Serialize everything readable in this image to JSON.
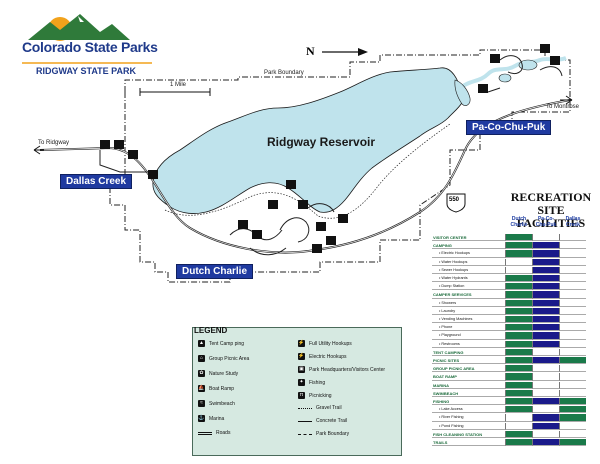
{
  "header": {
    "title": "Colorado State Parks",
    "subtitle": "RIDGWAY STATE PARK"
  },
  "map": {
    "north": "N",
    "scale": "1 Mile",
    "boundary_label": "Park Boundary",
    "reservoir": "Ridgway Reservoir",
    "to_ridgway": "To Ridgway",
    "to_montrose": "To Montrose",
    "highway": "550",
    "sites": {
      "dallas": "Dallas Creek",
      "dutch": "Dutch Charlie",
      "pacochupuk": "Pa-Co-Chu-Puk"
    },
    "colors": {
      "water": "#bfe3ec",
      "site_label": "#1f3aa0",
      "table_green": "#1a7a4a",
      "table_blue": "#1a1a8a"
    }
  },
  "legend": {
    "title": "LEGEND",
    "left": [
      {
        "icon": "tent-icon",
        "glyph": "▲",
        "label": "Tent Camp ping"
      },
      {
        "icon": "group-picnic-icon",
        "glyph": "⌂",
        "label": "Group Picnic Area"
      },
      {
        "icon": "nature-study-icon",
        "glyph": "✿",
        "label": "Nature Study"
      },
      {
        "icon": "boat-ramp-icon",
        "glyph": "⛵",
        "label": "Boat Ramp"
      },
      {
        "icon": "swim-beach-icon",
        "glyph": "≈",
        "label": "Swimbeach"
      },
      {
        "icon": "marina-icon",
        "glyph": "⚓",
        "label": "Marina"
      },
      {
        "icon": "roads-line",
        "glyph": "",
        "label": "Roads"
      }
    ],
    "right": [
      {
        "icon": "full-hookup-icon",
        "glyph": "⚡",
        "label": "Full Utility Hookups"
      },
      {
        "icon": "electric-hookup-icon",
        "glyph": "⚡",
        "label": "Electric Hookups"
      },
      {
        "icon": "headquarters-icon",
        "glyph": "▣",
        "label": "Park Headquarters/Visitors Center"
      },
      {
        "icon": "fishing-icon",
        "glyph": "✦",
        "label": "Fishing"
      },
      {
        "icon": "picnicking-icon",
        "glyph": "π",
        "label": "Picnicking"
      },
      {
        "icon": "gravel-trail-line",
        "glyph": "",
        "label": "Gravel Trail"
      },
      {
        "icon": "concrete-trail-line",
        "glyph": "",
        "label": "Concrete Trail"
      },
      {
        "icon": "park-boundary-line",
        "glyph": "",
        "label": "Park Boundary"
      }
    ]
  },
  "facilities": {
    "title_line1": "RECREATION",
    "title_line2": "SITE FACILITIES",
    "columns": [
      {
        "line1": "Dutch",
        "line2": "Charlie"
      },
      {
        "line1": "Pa-Co-",
        "line2": "Chu-Puk"
      },
      {
        "line1": "Dallas",
        "line2": "Creek"
      }
    ],
    "rows": [
      {
        "label": "VISITOR CENTER",
        "type": "cat",
        "cells": [
          1,
          0,
          0
        ]
      },
      {
        "label": "CAMPING",
        "type": "cat",
        "cells": [
          1,
          1,
          0
        ]
      },
      {
        "label": "• Electric Hookups",
        "type": "sub",
        "cells": [
          1,
          1,
          0
        ]
      },
      {
        "label": "• Water Hookups",
        "type": "sub",
        "cells": [
          0,
          1,
          0
        ]
      },
      {
        "label": "• Sewer Hookups",
        "type": "sub",
        "cells": [
          0,
          1,
          0
        ]
      },
      {
        "label": "• Water Hydrants",
        "type": "sub",
        "cells": [
          1,
          1,
          0
        ]
      },
      {
        "label": "• Dump Station",
        "type": "sub",
        "cells": [
          1,
          1,
          0
        ]
      },
      {
        "label": "CAMPER SERVICES",
        "type": "cat",
        "cells": [
          1,
          1,
          0
        ]
      },
      {
        "label": "• Showers",
        "type": "sub",
        "cells": [
          1,
          1,
          0
        ]
      },
      {
        "label": "• Laundry",
        "type": "sub",
        "cells": [
          1,
          1,
          0
        ]
      },
      {
        "label": "• Vending Machines",
        "type": "sub",
        "cells": [
          1,
          1,
          0
        ]
      },
      {
        "label": "• Phone",
        "type": "sub",
        "cells": [
          1,
          1,
          0
        ]
      },
      {
        "label": "• Playground",
        "type": "sub",
        "cells": [
          1,
          1,
          0
        ]
      },
      {
        "label": "• Restrooms",
        "type": "sub",
        "cells": [
          1,
          1,
          0
        ]
      },
      {
        "label": "TENT CAMPING",
        "type": "cat",
        "cells": [
          1,
          0,
          0
        ]
      },
      {
        "label": "PICNIC SITES",
        "type": "cat",
        "cells": [
          1,
          1,
          1
        ]
      },
      {
        "label": "GROUP PICNIC AREA",
        "type": "cat",
        "cells": [
          1,
          0,
          0
        ]
      },
      {
        "label": "BOAT RAMP",
        "type": "cat",
        "cells": [
          1,
          0,
          0
        ]
      },
      {
        "label": "MARINA",
        "type": "cat",
        "cells": [
          1,
          0,
          0
        ]
      },
      {
        "label": "SWIMBEACH",
        "type": "cat",
        "cells": [
          1,
          0,
          0
        ]
      },
      {
        "label": "FISHING",
        "type": "cat",
        "cells": [
          1,
          1,
          1
        ]
      },
      {
        "label": "• Lake Access",
        "type": "sub",
        "cells": [
          1,
          0,
          1
        ]
      },
      {
        "label": "• River Fishing",
        "type": "sub",
        "cells": [
          0,
          1,
          1
        ]
      },
      {
        "label": "• Pond Fishing",
        "type": "sub",
        "cells": [
          0,
          1,
          0
        ]
      },
      {
        "label": "FISH CLEANING STATION",
        "type": "cat",
        "cells": [
          1,
          0,
          0
        ]
      },
      {
        "label": "TRAILS",
        "type": "cat",
        "cells": [
          1,
          1,
          1
        ]
      }
    ]
  }
}
